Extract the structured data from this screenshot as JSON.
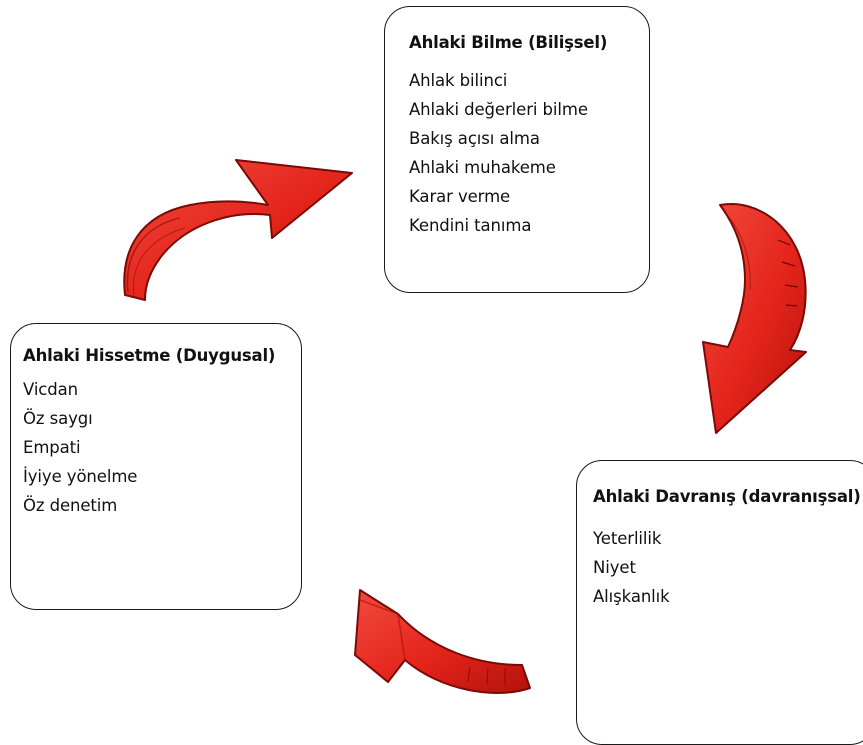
{
  "boxes": {
    "cognitive": {
      "title": "Ahlaki Bilme (Bilişsel)",
      "items": [
        "Ahlak bilinci",
        "Ahlaki değerleri bilme",
        "Bakış açısı alma",
        "Ahlaki muhakeme",
        "Karar verme",
        "Kendini tanıma"
      ]
    },
    "affective": {
      "title": "Ahlaki Hissetme (Duygusal)",
      "items": [
        "Vicdan",
        "Öz saygı",
        "Empati",
        "İyiye yönelme",
        "Öz denetim"
      ]
    },
    "behavioral": {
      "title": "Ahlaki Davranış (davranışsal)",
      "items": [
        "Yeterlilik",
        "Niyet",
        "Alışkanlık"
      ]
    }
  },
  "colors": {
    "arrow_fill": "#e8241c",
    "arrow_dark": "#a10e0a",
    "box_border": "#1a1a1a"
  }
}
